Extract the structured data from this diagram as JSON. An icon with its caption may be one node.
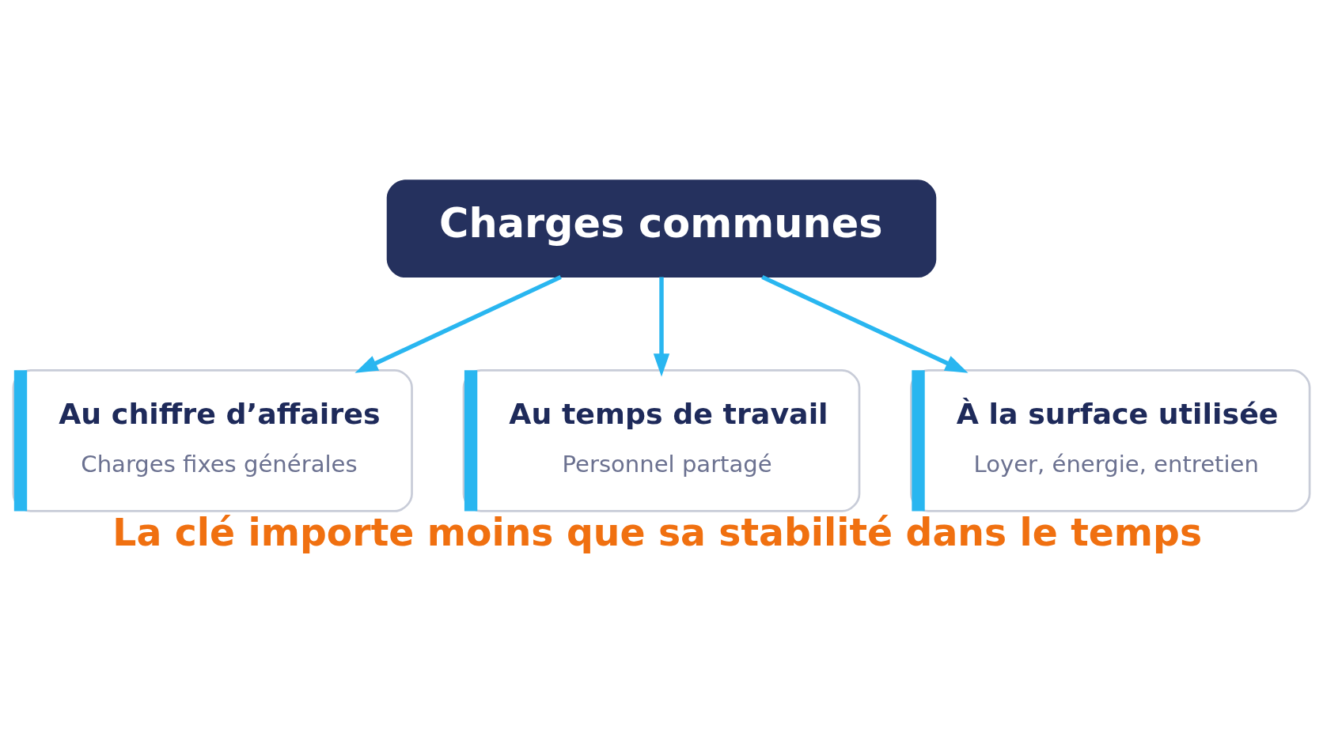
{
  "diagram": {
    "caption": "La clé importe moins que sa stabilité dans le temps",
    "nodes": [
      {
        "text": [
          "Charges communes"
        ]
      },
      {
        "text": [
          "Au chiffre d’affaires",
          "Charges fixes générales"
        ]
      },
      {
        "text": [
          "Au temps de travail",
          "Personnel partagé"
        ]
      },
      {
        "text": [
          "À la surface utilisée",
          "Loyer, énergie, entretien"
        ]
      }
    ],
    "edges": [
      {
        "from": 0,
        "to": 1,
        "arrow": "to"
      },
      {
        "from": 0,
        "to": 2,
        "arrow": "to"
      },
      {
        "from": 0,
        "to": 3,
        "arrow": "to"
      }
    ]
  }
}
